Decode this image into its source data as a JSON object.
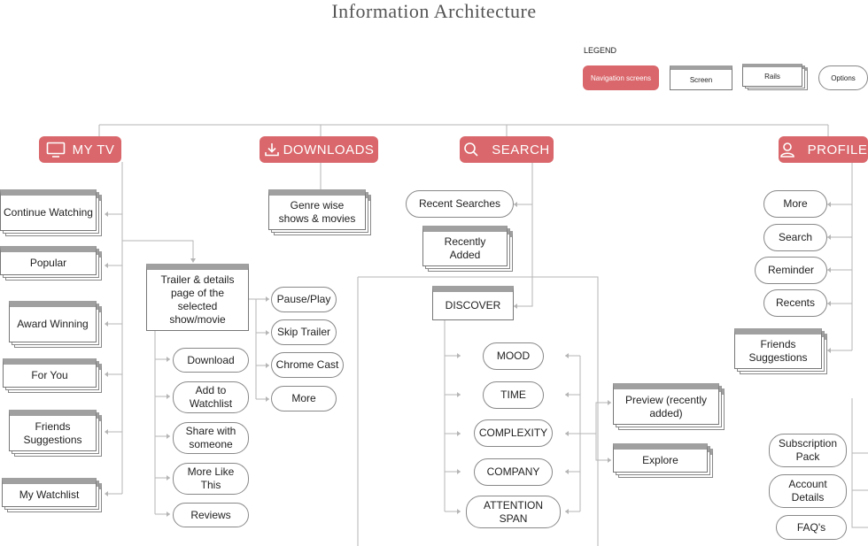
{
  "title": "Information Architecture",
  "legend": {
    "title": "LEGEND",
    "navigation_screens": "Navigation screens",
    "screen": "Screen",
    "rails": "Rails",
    "options": "Options"
  },
  "nav": {
    "mytv": "MY TV",
    "downloads": "DOWNLOADS",
    "search": "SEARCH",
    "profile": "PROFILE"
  },
  "mytv": {
    "continue_watching": "Continue Watching",
    "popular": "Popular",
    "award_winning": "Award Winning",
    "for_you": "For You",
    "friends_suggestions": "Friends Suggestions",
    "my_watchlist": "My Watchlist"
  },
  "trailer": {
    "page": "Trailer & details page of the selected show/movie",
    "download": "Download",
    "add_watchlist": "Add to Watchlist",
    "share": "Share with someone",
    "more_like": "More Like This",
    "reviews": "Reviews",
    "pause_play": "Pause/Play",
    "skip_trailer": "Skip Trailer",
    "chrome_cast": "Chrome Cast",
    "more": "More"
  },
  "downloads": {
    "genre": "Genre wise shows & movies"
  },
  "search": {
    "recent_searches": "Recent Searches",
    "recently_added": "Recently Added",
    "discover": "DISCOVER",
    "mood": "MOOD",
    "time": "TIME",
    "complexity": "COMPLEXITY",
    "company": "COMPANY",
    "attention_span": "ATTENTION SPAN",
    "preview": "Preview (recently added)",
    "explore": "Explore"
  },
  "profile": {
    "more": "More",
    "search": "Search",
    "reminder": "Reminder",
    "recents": "Recents",
    "friends_suggestions": "Friends Suggestions",
    "subscription": "Subscription Pack",
    "account": "Account Details",
    "faqs": "FAQ's"
  },
  "colors": {
    "nav": "#d9676b",
    "rail_top": "#a0a0a0",
    "line": "#b5b5b5"
  }
}
